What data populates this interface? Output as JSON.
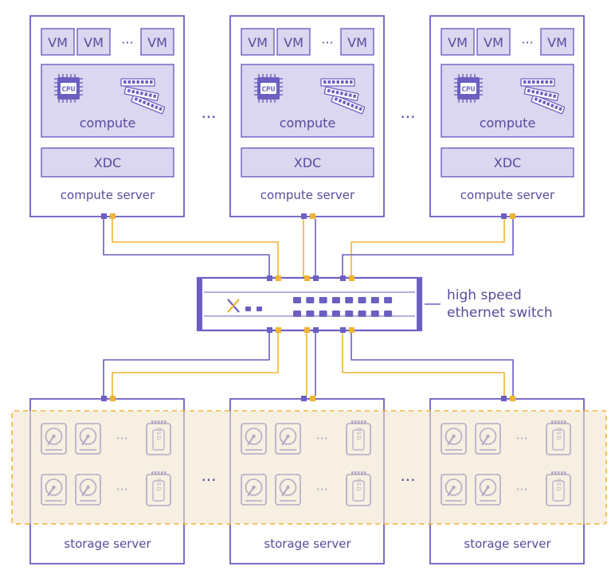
{
  "labels": {
    "vm": "VM",
    "ellipsis": "···",
    "cpu": "CPU",
    "compute": "compute",
    "xdc": "XDC",
    "compute_server": "compute server",
    "storage_server": "storage server",
    "ssd": "SSD",
    "switch_line1": "high speed",
    "switch_line2": "ethernet switch"
  },
  "colors": {
    "primary": "#6b5fc1",
    "panel_fill": "#dcd7f0",
    "frame_fill": "#ffffff",
    "link_purple": "#6b5fc1",
    "link_orange": "#f0b433",
    "storage_zone_fill": "#f3e8d3",
    "storage_zone_border": "#f0b433",
    "text": "#5a4a9c"
  },
  "compute_servers": 3,
  "storage_servers": 3
}
